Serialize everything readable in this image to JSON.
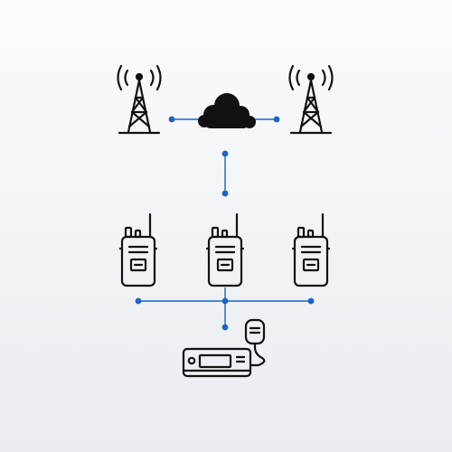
{
  "diagram": {
    "type": "radio-network",
    "nodes": [
      {
        "id": "tower-left",
        "icon": "radio-tower-icon"
      },
      {
        "id": "cloud",
        "icon": "cloud-icon"
      },
      {
        "id": "tower-right",
        "icon": "radio-tower-icon"
      },
      {
        "id": "radio-1",
        "icon": "handheld-radio-icon"
      },
      {
        "id": "radio-2",
        "icon": "handheld-radio-icon"
      },
      {
        "id": "radio-3",
        "icon": "handheld-radio-icon"
      },
      {
        "id": "mobile-radio",
        "icon": "mobile-radio-with-microphone-icon"
      }
    ],
    "connections": [
      [
        "tower-left",
        "cloud"
      ],
      [
        "cloud",
        "tower-right"
      ],
      [
        "cloud",
        "radio-2"
      ],
      [
        "radio-1",
        "radio-2"
      ],
      [
        "radio-2",
        "radio-3"
      ],
      [
        "radio-2",
        "mobile-radio"
      ]
    ],
    "colors": {
      "background_top": "#fbfbfd",
      "background_bottom": "#e9ecf1",
      "icon_stroke": "#111111",
      "connector": "#1a63c8"
    }
  }
}
